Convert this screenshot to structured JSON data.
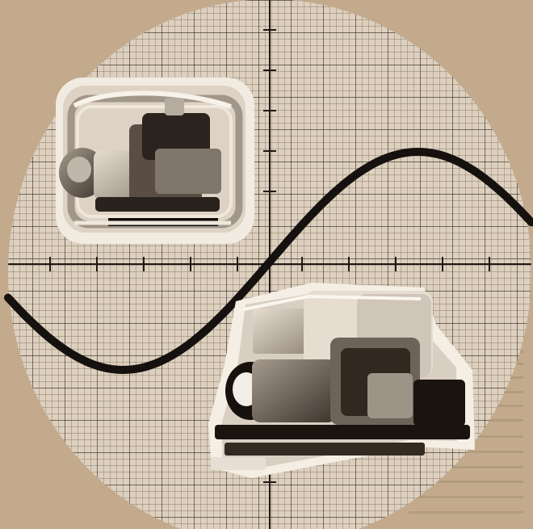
{
  "image": {
    "description_items": {
      "background": "bg-paper",
      "grid": "oscilloscope-grid",
      "curve": "sine-curve",
      "small_generator": "portable-generator",
      "large_generator": "industrial-generator-set"
    }
  },
  "colors": {
    "paper": "#c3aa8d",
    "paper_text": "#a8906f",
    "disc": "#ddd0be",
    "grid_minor": "#6d5f52",
    "grid_major": "#2d251f",
    "curve": "#15110e",
    "photo_white": "#f1ebe1",
    "photo_mid": "#8c8176",
    "photo_dark": "#2a221c"
  }
}
